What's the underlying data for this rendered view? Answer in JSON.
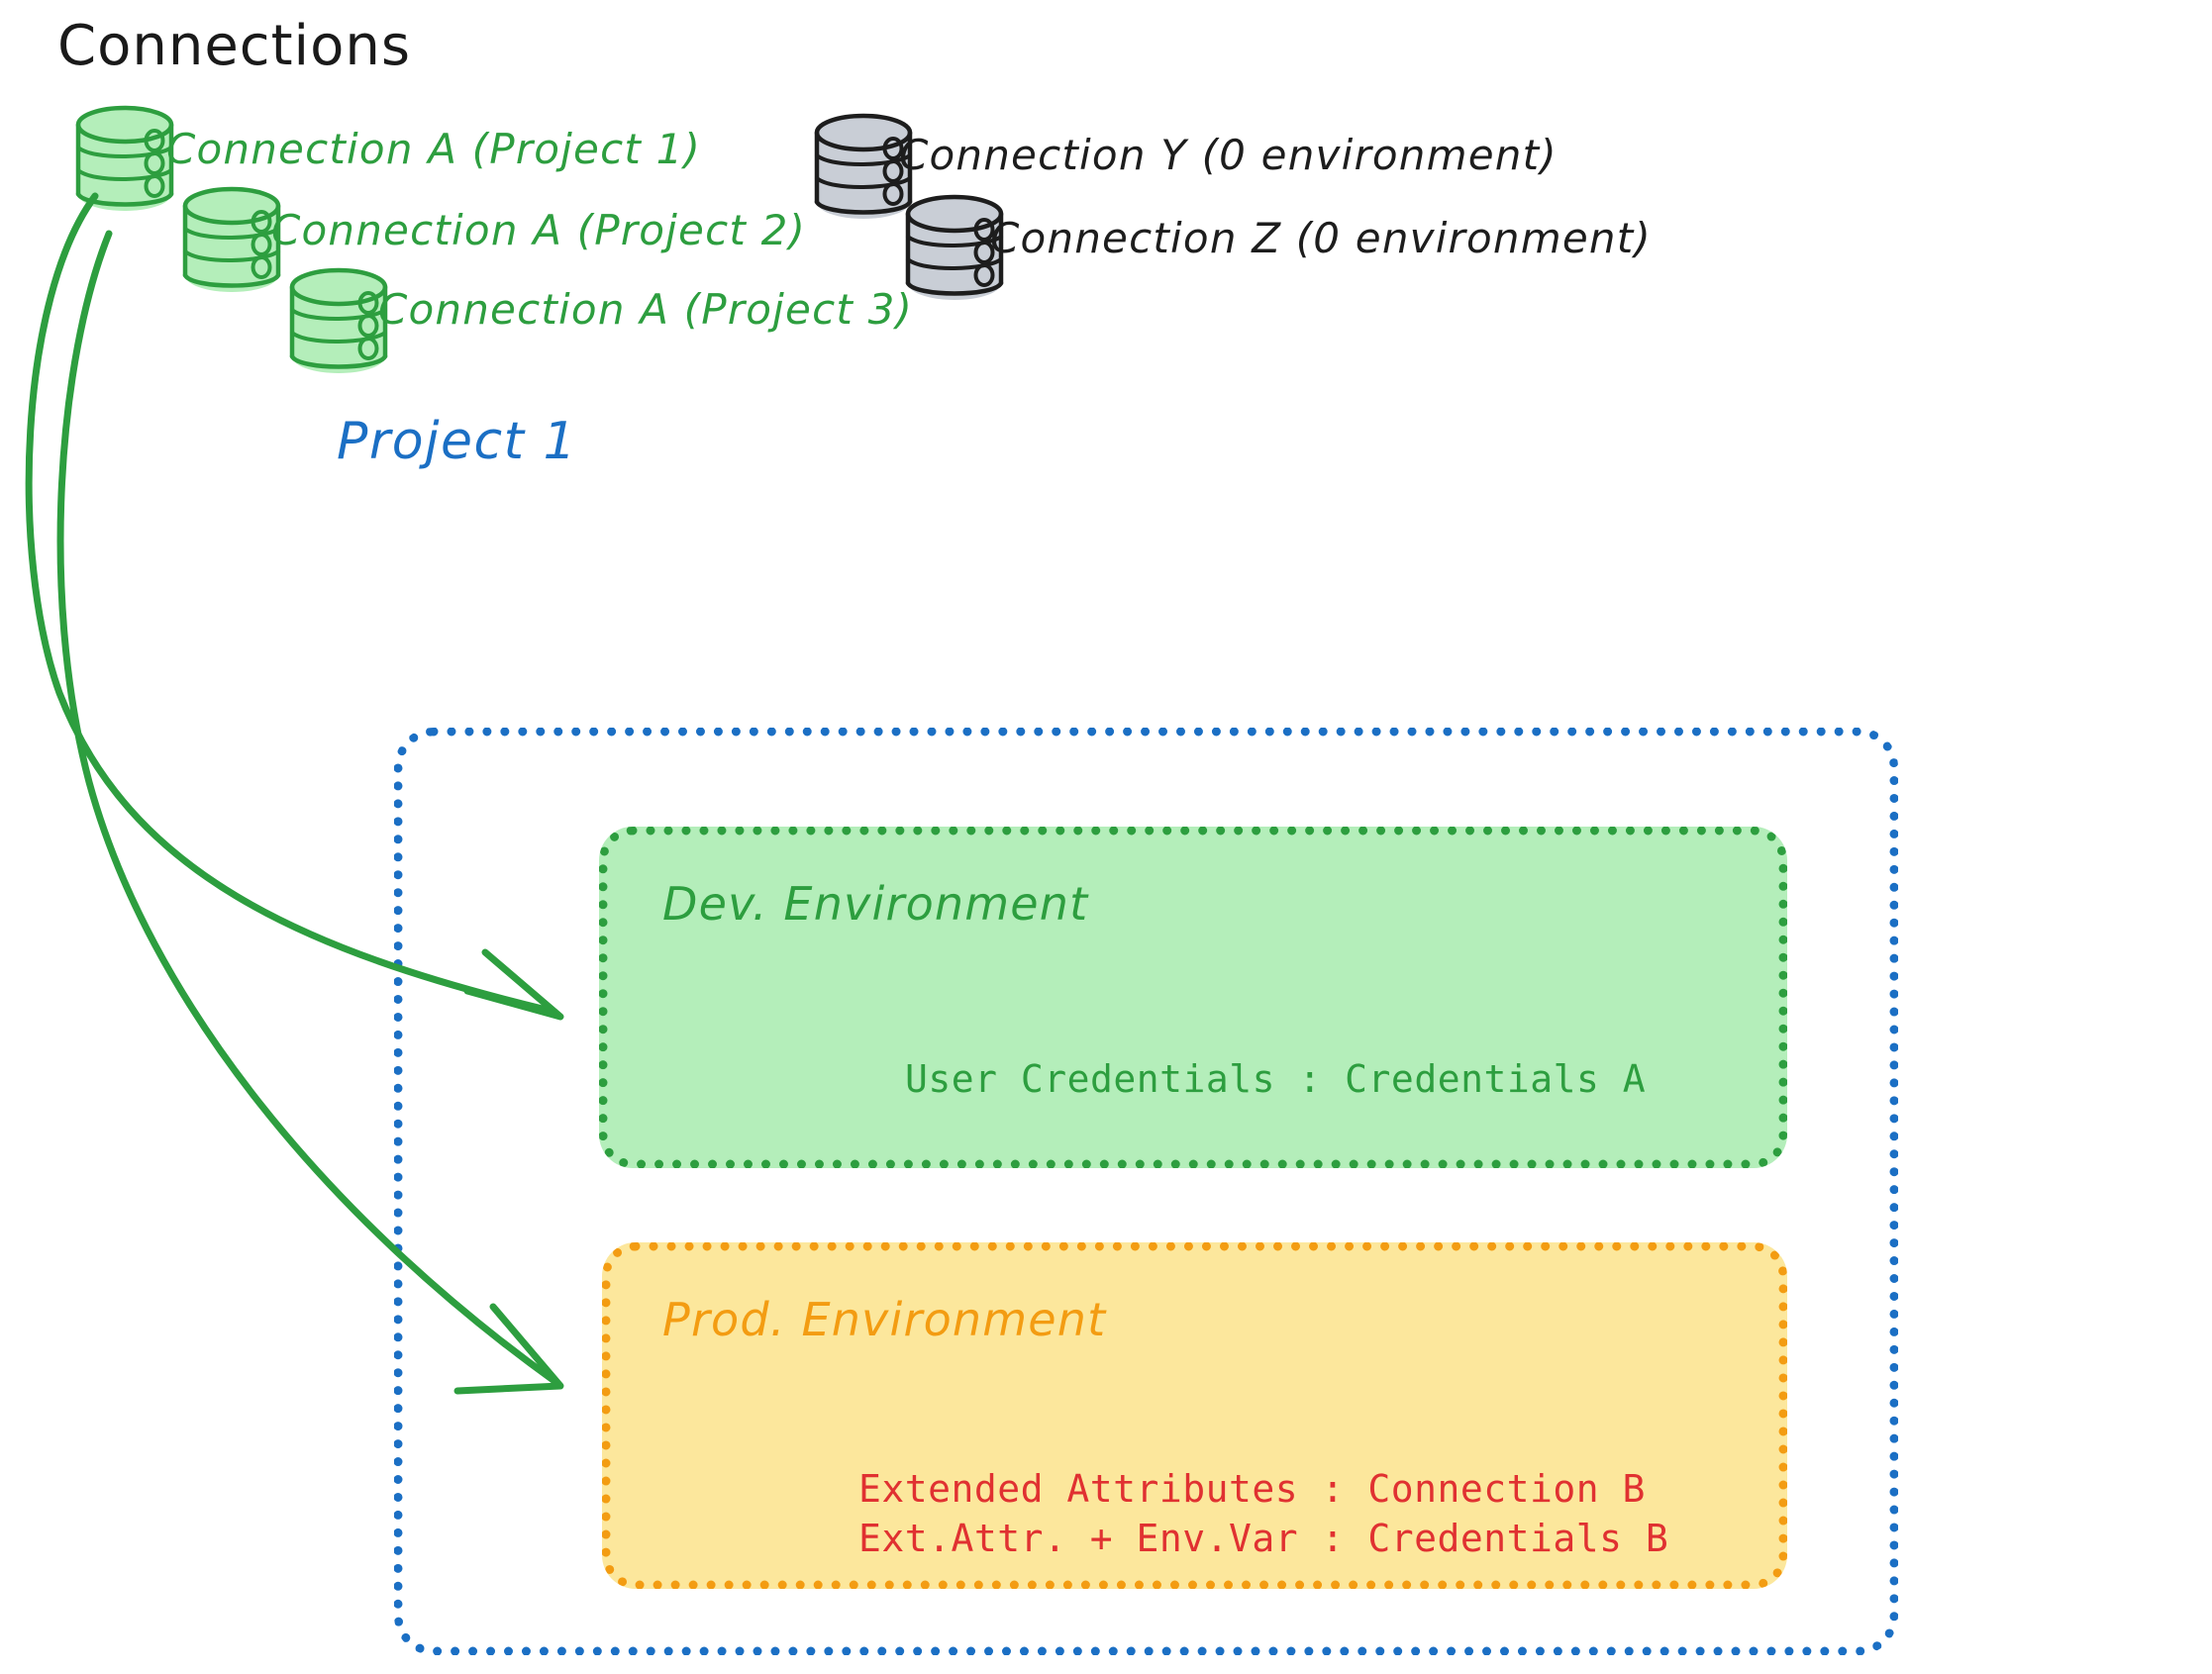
{
  "page": {
    "title": "Connections",
    "background": "#ffffff"
  },
  "colors": {
    "green_stroke": "#2d9e3f",
    "green_fill": "#b4eeba",
    "gray_stroke": "#1d1d1d",
    "gray_fill": "#c9ced6",
    "blue": "#1b6fc4",
    "orange": "#f39c12",
    "yellow_fill": "#fce79c",
    "red": "#e03131",
    "black": "#1a1a1a"
  },
  "connections_section": {
    "heading": "Connections",
    "green_connections": [
      {
        "label": "Connection A (Project 1)",
        "icon": "database-icon",
        "color": "#2d9e3f"
      },
      {
        "label": "Connection A (Project 2)",
        "icon": "database-icon",
        "color": "#2d9e3f"
      },
      {
        "label": "Connection A (Project 3)",
        "icon": "database-icon",
        "color": "#2d9e3f"
      }
    ],
    "gray_connections": [
      {
        "label": "Connection Y (0 environment)",
        "icon": "database-icon",
        "color": "#1d1d1d"
      },
      {
        "label": "Connection Z (0 environment)",
        "icon": "database-icon",
        "color": "#1d1d1d"
      }
    ]
  },
  "project": {
    "title": "Project 1",
    "environments": [
      {
        "name": "Dev. Environment",
        "accent": "#2d9e3f",
        "fill": "#b4eeba",
        "lines": [
          {
            "text": "User Credentials : Credentials A",
            "color": "#2d9e3f"
          }
        ]
      },
      {
        "name": "Prod. Environment",
        "accent": "#f39c12",
        "fill": "#fce79c",
        "lines": [
          {
            "text": "Extended Attributes : Connection B",
            "color": "#e03131"
          },
          {
            "text": "Ext.Attr. + Env.Var : Credentials B",
            "color": "#e03131"
          }
        ]
      }
    ]
  },
  "arrows": [
    {
      "from": "connection-a-project-1",
      "to": "dev-environment",
      "color": "#2d9e3f"
    },
    {
      "from": "connection-a-project-1",
      "to": "prod-environment",
      "color": "#2d9e3f"
    }
  ]
}
